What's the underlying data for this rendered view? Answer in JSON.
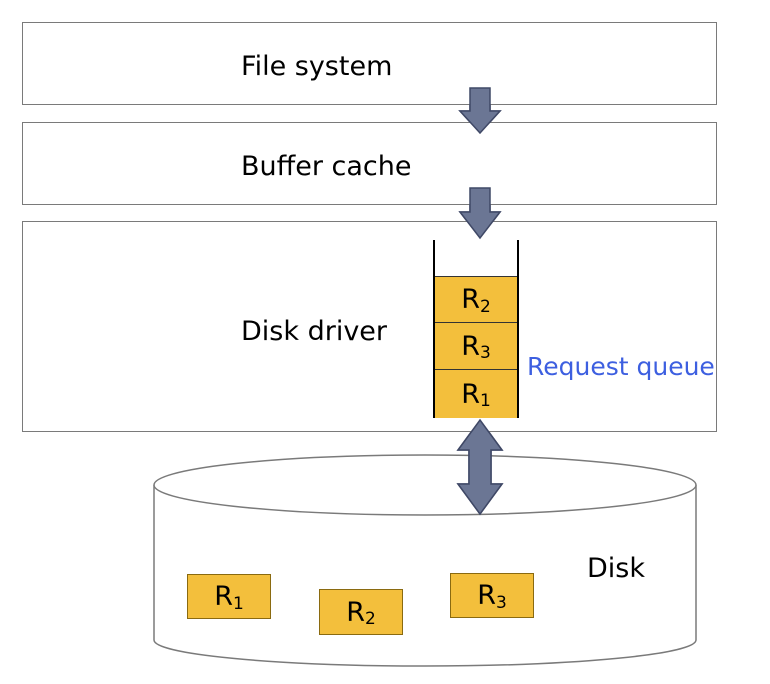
{
  "layers": {
    "file_system": "File system",
    "buffer_cache": "Buffer cache",
    "disk_driver": "Disk driver"
  },
  "queue": {
    "label": "Request queue",
    "items": [
      {
        "letter": "R",
        "sub": "2"
      },
      {
        "letter": "R",
        "sub": "3"
      },
      {
        "letter": "R",
        "sub": "1"
      }
    ]
  },
  "disk": {
    "label": "Disk",
    "requests": [
      {
        "letter": "R",
        "sub": "1"
      },
      {
        "letter": "R",
        "sub": "2"
      },
      {
        "letter": "R",
        "sub": "3"
      }
    ]
  },
  "colors": {
    "request_fill": "#f3bf3c",
    "arrow_fill": "#6b7694",
    "queue_label": "#3d5fe0"
  }
}
